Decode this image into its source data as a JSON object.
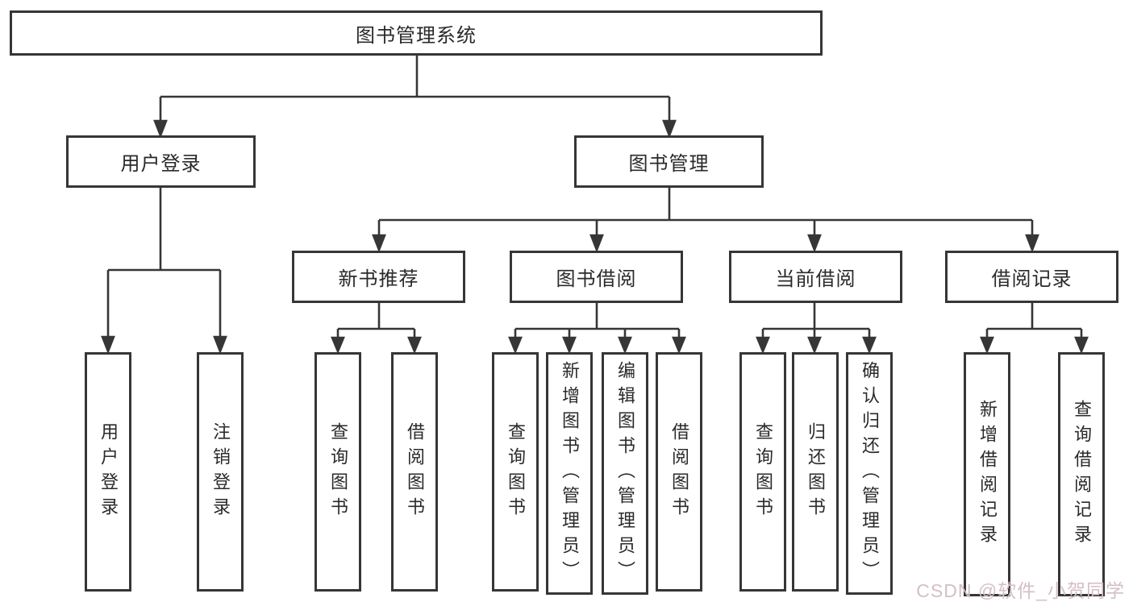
{
  "tree": {
    "root": "图书管理系统",
    "branches": [
      {
        "label": "用户登录",
        "children": [
          "用户登录",
          "注销登录"
        ]
      },
      {
        "label": "图书管理",
        "sections": [
          {
            "label": "新书推荐",
            "children": [
              "查询图书",
              "借阅图书"
            ]
          },
          {
            "label": "图书借阅",
            "children": [
              "查询图书",
              "新增图书（管理员）",
              "编辑图书（管理员）",
              "借阅图书"
            ]
          },
          {
            "label": "当前借阅",
            "children": [
              "查询图书",
              "归还图书",
              "确认归还（管理员）"
            ]
          },
          {
            "label": "借阅记录",
            "children": [
              "新增借阅记录",
              "查询借阅记录"
            ]
          }
        ]
      }
    ]
  },
  "watermark": {
    "text": "CSDN @软件_小贺同学",
    "color": "#d5bec7"
  },
  "colors": {
    "line": "#363636",
    "text": "#2a2a2a",
    "background": "#ffffff"
  }
}
